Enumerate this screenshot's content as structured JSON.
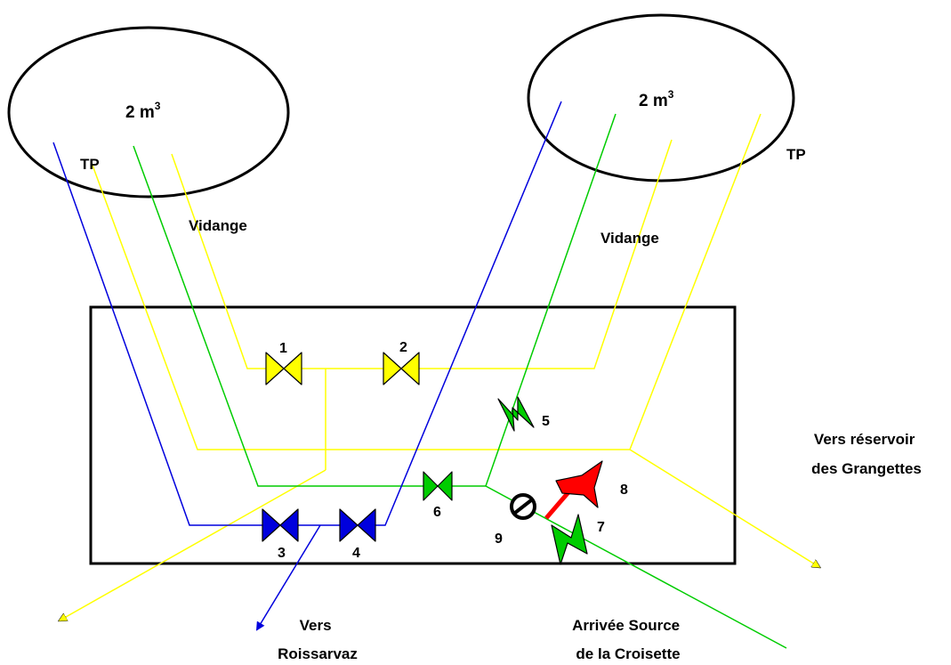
{
  "tanks": {
    "left": {
      "volume": "2 m",
      "volume_exp": "3",
      "overflow_label": "TP",
      "drain_label": "Vidange"
    },
    "right": {
      "volume": "2 m",
      "volume_exp": "3",
      "overflow_label": "TP",
      "drain_label": "Vidange"
    }
  },
  "valves": {
    "v1": "1",
    "v2": "2",
    "v3": "3",
    "v4": "4",
    "v5": "5",
    "v6": "6",
    "v7": "7",
    "v8": "8",
    "v9": "9"
  },
  "destinations": {
    "grangettes_line1": "Vers réservoir",
    "grangettes_line2": "des Grangettes",
    "roissarvaz_line1": "Vers",
    "roissarvaz_line2": "Roissarvaz",
    "source_line1": "Arrivée Source",
    "source_line2": "de la Croisette"
  },
  "colors": {
    "drain_overflow": "#ffff00",
    "supply": "#00cc00",
    "distribution": "#0000dd",
    "pressure_reducer": "#ff0000",
    "outline": "#000000"
  }
}
